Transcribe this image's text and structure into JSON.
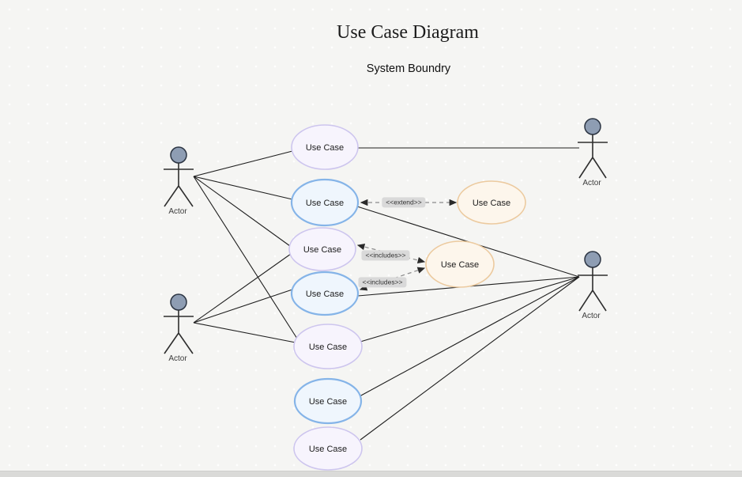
{
  "title": "Use Case Diagram",
  "subtitle": "System Boundry",
  "actors": [
    {
      "id": "actor-top-left",
      "label": "Actor"
    },
    {
      "id": "actor-bottom-left",
      "label": "Actor"
    },
    {
      "id": "actor-top-right",
      "label": "Actor"
    },
    {
      "id": "actor-bottom-right",
      "label": "Actor"
    }
  ],
  "use_cases": [
    {
      "id": "use-case-1",
      "label": "Use Case",
      "variant": "purple"
    },
    {
      "id": "use-case-2",
      "label": "Use Case",
      "variant": "blue"
    },
    {
      "id": "use-case-3",
      "label": "Use Case",
      "variant": "purple"
    },
    {
      "id": "use-case-4",
      "label": "Use Case",
      "variant": "blue"
    },
    {
      "id": "use-case-5",
      "label": "Use Case",
      "variant": "purple"
    },
    {
      "id": "use-case-6",
      "label": "Use Case",
      "variant": "blue"
    },
    {
      "id": "use-case-7",
      "label": "Use Case",
      "variant": "purple"
    },
    {
      "id": "use-case-extend-target",
      "label": "Use Case",
      "variant": "orange"
    },
    {
      "id": "use-case-include-target",
      "label": "Use Case",
      "variant": "orange"
    }
  ],
  "connector_labels": {
    "extend": "<<extend>>",
    "includes_1": "<<includes>>",
    "includes_2": "<<includes>>"
  },
  "colors": {
    "background": "#f5f5f3",
    "purple_border": "#cdc5ee",
    "purple_fill": "#f7f4fd",
    "blue_border": "#85b4e8",
    "blue_fill": "#eff6fd",
    "orange_border": "#ecca9f",
    "orange_fill": "#fdf6ec",
    "actor_head": "#8e9db3",
    "line": "#1f1f1f",
    "dashed_line": "#8a8a8a",
    "label_pill_bg": "#d9d9d9"
  }
}
